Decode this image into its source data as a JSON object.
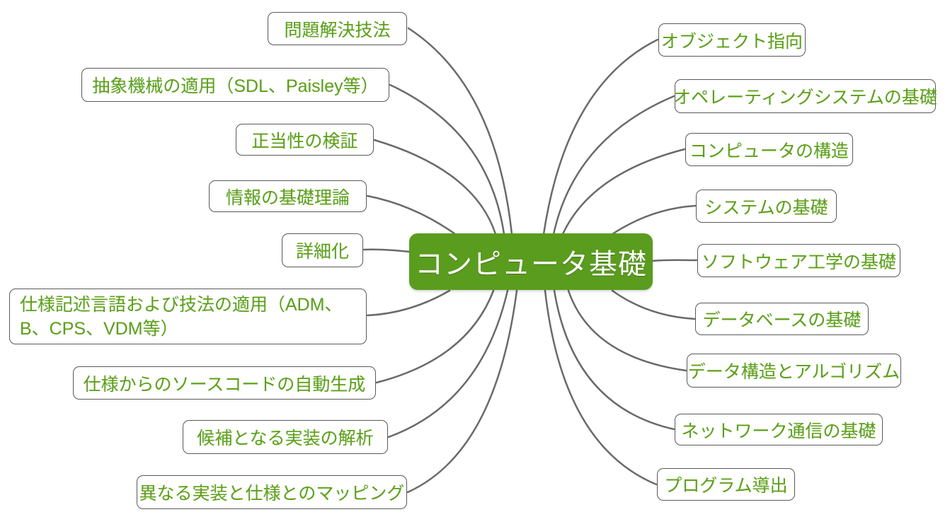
{
  "center": {
    "label": "コンピュータ基礎"
  },
  "left_branches": [
    "問題解決技法",
    "抽象機械の適用（SDL、Paisley等）",
    "正当性の検証",
    "情報の基礎理論",
    "詳細化",
    "仕様記述言語および技法の適用（ADM、B、CPS、VDM等）",
    "仕様からのソースコードの自動生成",
    "候補となる実装の解析",
    "異なる実装と仕様とのマッピング"
  ],
  "right_branches": [
    "オブジェクト指向",
    "オペレーティングシステムの基礎",
    "コンピュータの構造",
    "システムの基礎",
    "ソフトウェア工学の基礎",
    "データベースの基礎",
    "データ構造とアルゴリズム",
    "ネットワーク通信の基礎",
    "プログラム導出"
  ],
  "colors": {
    "center_background": "#5a9c1e",
    "center_text": "#ffffff",
    "branch_text": "#5f9f14",
    "branch_border": "#595959",
    "connector_line": "#6a6a6a",
    "background": "#ffffff"
  }
}
